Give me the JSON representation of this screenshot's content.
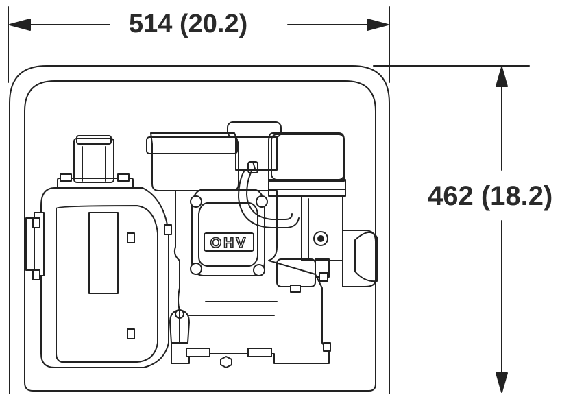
{
  "dimensions": {
    "width_label": "514 (20.2)",
    "height_label": "462 (18.2)"
  },
  "engine": {
    "valve_cover_text": "OHV"
  },
  "colors": {
    "line": "#222222",
    "dimension_text": "#2a2a2a",
    "background": "#ffffff",
    "panel_fill": "#f4f4f4"
  }
}
